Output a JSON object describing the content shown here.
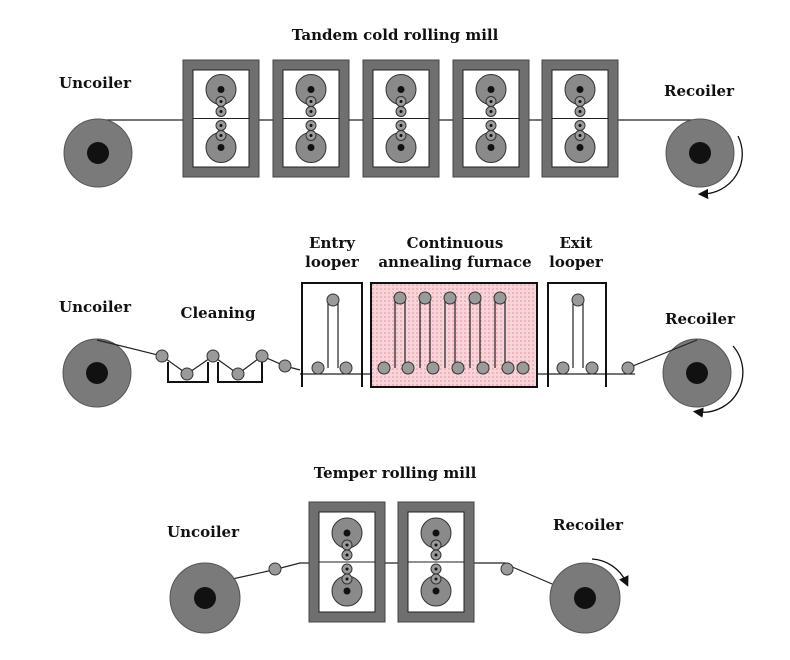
{
  "section1": {
    "title": "Tandem cold rolling mill",
    "uncoiler": "Uncoiler",
    "recoiler": "Recoiler"
  },
  "section2": {
    "uncoiler": "Uncoiler",
    "cleaning": "Cleaning",
    "entry_looper_line1": "Entry",
    "entry_looper_line2": "looper",
    "furnace_line1": "Continuous",
    "furnace_line2": "annealing furnace",
    "exit_looper_line1": "Exit",
    "exit_looper_line2": "looper",
    "recoiler": "Recoiler"
  },
  "section3": {
    "title": "Temper rolling mill",
    "uncoiler": "Uncoiler",
    "recoiler": "Recoiler"
  },
  "colors": {
    "coil": "#7a7a7a",
    "coil_core": "#111111",
    "stand": "#6f6f6f",
    "roll": "#9a9a9a",
    "furnace_fill": "#f2c9cd",
    "furnace_border": "#111111",
    "strip": "#222222"
  }
}
